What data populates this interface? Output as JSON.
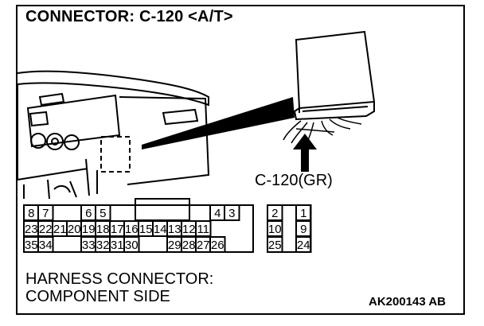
{
  "title": "CONNECTOR: C-120 <A/T>",
  "connector_label": "C-120(GR)",
  "caption": {
    "line1": "HARNESS CONNECTOR:",
    "line2": "COMPONENT SIDE"
  },
  "figure_code": "AK200143 AB",
  "pins": {
    "row1": [
      "8",
      "7",
      "",
      "6",
      "5",
      "",
      "",
      "",
      "",
      "",
      "",
      "",
      "4",
      "3",
      "",
      "",
      "2",
      "1"
    ],
    "row2": [
      "23",
      "22",
      "21",
      "20",
      "19",
      "18",
      "17",
      "16",
      "15",
      "14",
      "13",
      "12",
      "11",
      "",
      "10",
      "9"
    ],
    "row3": [
      "35",
      "34",
      "",
      "33",
      "32",
      "31",
      "30",
      "",
      "29",
      "28",
      "27",
      "26",
      "",
      "",
      "25",
      "24"
    ]
  }
}
